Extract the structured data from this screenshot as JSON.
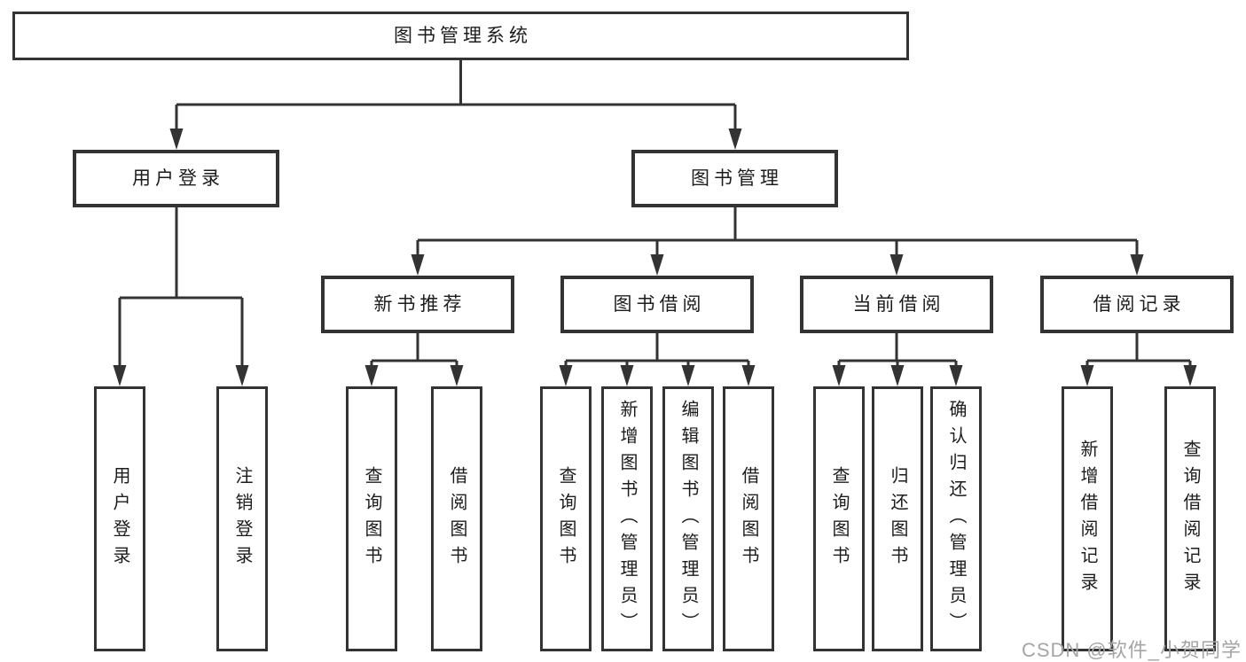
{
  "tree": {
    "root": {
      "label": "图书管理系统"
    },
    "user_login": {
      "label": "用户登录",
      "children": [
        {
          "label": "用户登录"
        },
        {
          "label": "注销登录"
        }
      ]
    },
    "book_management": {
      "label": "图书管理",
      "sections": [
        {
          "label": "新书推荐",
          "children": [
            {
              "label": "查询图书"
            },
            {
              "label": "借阅图书"
            }
          ]
        },
        {
          "label": "图书借阅",
          "children": [
            {
              "label": "查询图书"
            },
            {
              "label": "新增图书（管理员）"
            },
            {
              "label": "编辑图书（管理员）"
            },
            {
              "label": "借阅图书"
            }
          ]
        },
        {
          "label": "当前借阅",
          "children": [
            {
              "label": "查询图书"
            },
            {
              "label": "归还图书"
            },
            {
              "label": "确认归还（管理员）"
            }
          ]
        },
        {
          "label": "借阅记录",
          "children": [
            {
              "label": "新增借阅记录"
            },
            {
              "label": "查询借阅记录"
            }
          ]
        }
      ]
    }
  },
  "watermark": "CSDN @软件_小贺同学",
  "colors": {
    "line": "#333333",
    "text": "#1c1c1c",
    "background": "#ffffff",
    "watermark": "#a5a5a5"
  }
}
